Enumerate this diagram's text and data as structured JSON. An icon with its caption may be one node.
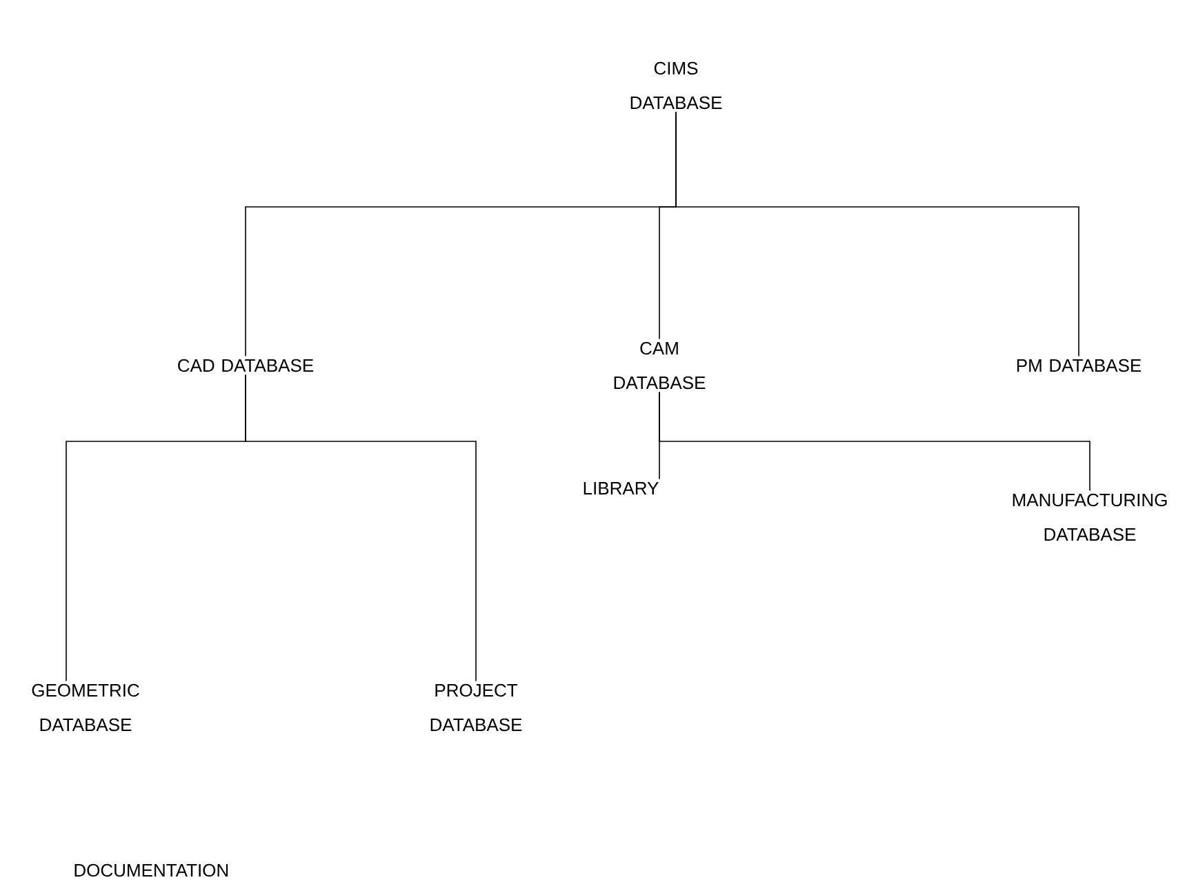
{
  "diagram": {
    "nodes": [
      {
        "text": [
          "CIMS DATABASE"
        ]
      },
      {
        "text": [
          "CAD DATABASE"
        ]
      },
      {
        "text": [
          "CAM DATABASE"
        ]
      },
      {
        "text": [
          "PM DATABASE"
        ]
      },
      {
        "text": [
          "GEOMETRIC DATABASE"
        ]
      },
      {
        "text": [
          "PROJECT DATABASE"
        ]
      },
      {
        "text": [
          "LIBRARY"
        ]
      },
      {
        "text": [
          "MANUFACTURING DATABASE"
        ]
      }
    ],
    "edges": [
      {
        "from": 0,
        "to": 1,
        "arrow": "none"
      },
      {
        "from": 0,
        "to": 2,
        "arrow": "none"
      },
      {
        "from": 0,
        "to": 3,
        "arrow": "none"
      },
      {
        "from": 1,
        "to": 4,
        "arrow": "none"
      },
      {
        "from": 1,
        "to": 5,
        "arrow": "none"
      },
      {
        "from": 2,
        "to": 6,
        "arrow": "none"
      },
      {
        "from": 2,
        "to": 7,
        "arrow": "none"
      }
    ],
    "labels": [
      "DOCUMENTATION"
    ]
  }
}
